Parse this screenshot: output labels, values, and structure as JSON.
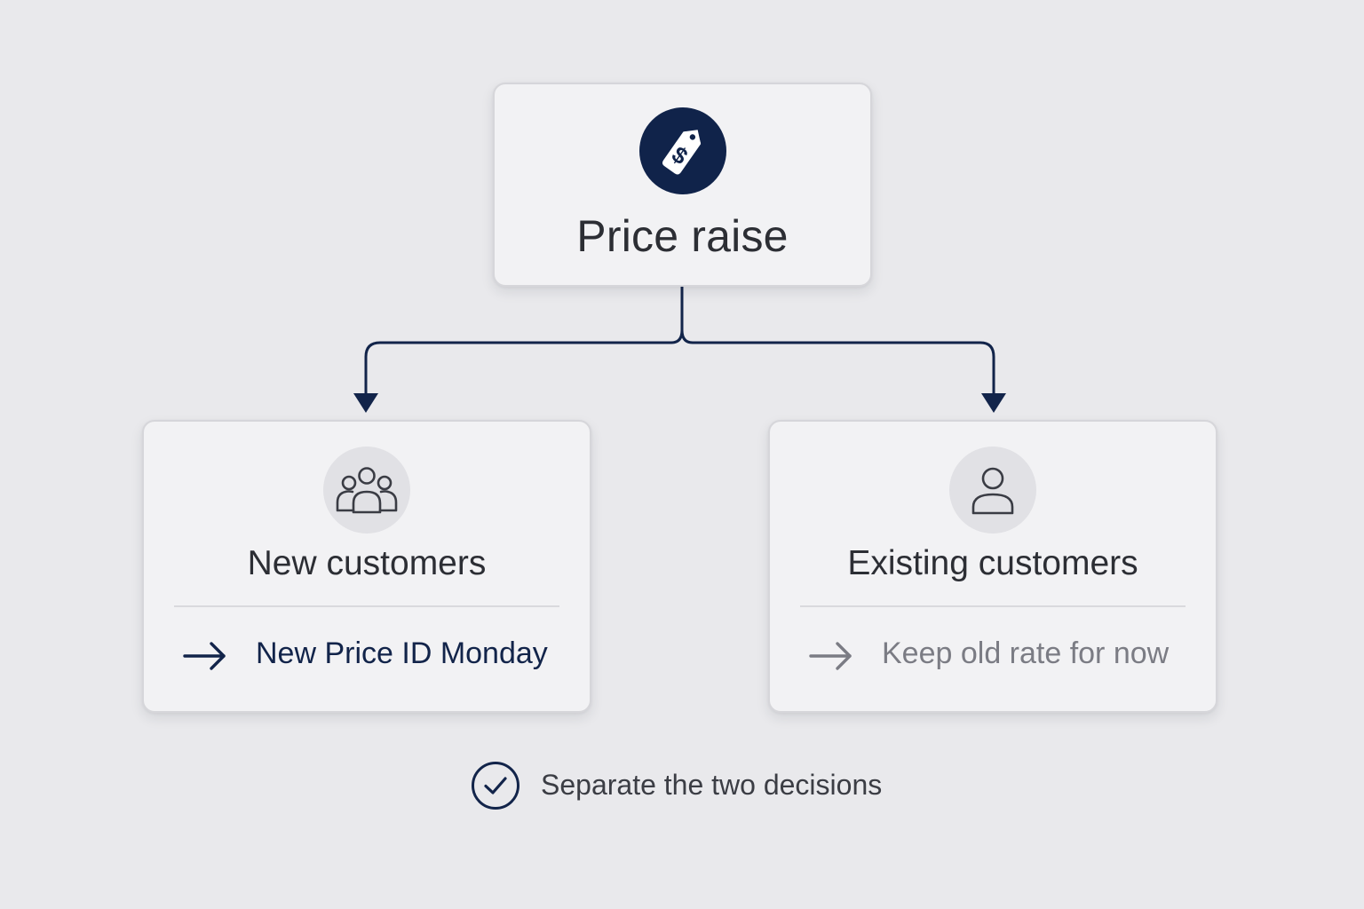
{
  "root": {
    "title": "Price raise",
    "icon": "price-tag-dollar-icon"
  },
  "branches": [
    {
      "title": "New customers",
      "icon": "group-users-icon",
      "action": "New Price ID Monday",
      "action_icon": "arrow-right-icon"
    },
    {
      "title": "Existing customers",
      "icon": "single-user-icon",
      "action": "Keep old rate for now",
      "action_icon": "arrow-right-icon"
    }
  ],
  "footer": {
    "icon": "check-circle-icon",
    "text": "Separate the two decisions"
  },
  "colors": {
    "background": "#e9e9ec",
    "navy": "#10234a",
    "muted_text": "#7b7c84"
  }
}
